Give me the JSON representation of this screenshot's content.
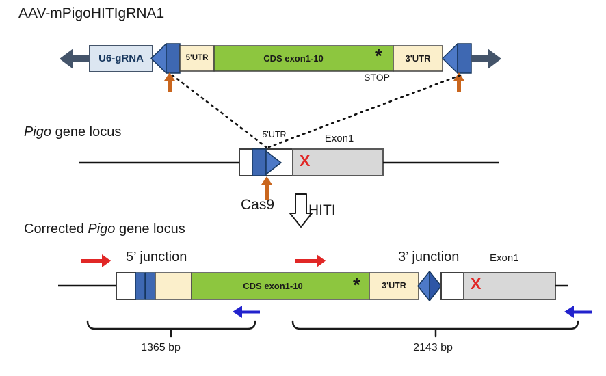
{
  "title": "AAV-mPigoHITIgRNA1",
  "colors": {
    "cds_green": "#8DC63F",
    "utr_cream": "#FBEFCB",
    "target_blue": "#3E68B2",
    "target_blue_light": "#4D79C7",
    "target_blue_dark": "#2E56A6",
    "itr_slate": "#44546A",
    "u6_box_fill": "#DCE6F1",
    "exon_grey": "#D8D8D8",
    "mutation_red": "#E12726",
    "cut_site_orange": "#C9661E",
    "reverse_primer_blue": "#2222CD",
    "forward_primer_red": "#E12726"
  },
  "aav_construct": {
    "u6_label": "U6-gRNA",
    "utr5_label": "5'UTR",
    "cds_label": "CDS exon1-10",
    "stop_asterisk": "*",
    "stop_label": "STOP",
    "utr3_label": "3'UTR"
  },
  "pigo_locus": {
    "gene_name": "Pigo",
    "label_suffix": " gene locus",
    "utr5_label": "5'UTR",
    "exon1_label": "Exon1",
    "mutation_mark": "X",
    "cas9_label": "Cas9",
    "hiti_label": "HITI"
  },
  "corrected_locus": {
    "label_prefix": "Corrected ",
    "gene_name": "Pigo",
    "label_suffix": " gene locus",
    "junction5_label": "5’ junction",
    "junction3_label": "3’ junction",
    "exon1_label": "Exon1",
    "cds_label": "CDS exon1-10",
    "stop_asterisk": "*",
    "utr3_label": "3'UTR",
    "mutation_mark": "X",
    "amplicon_5prime_size": "1365 bp",
    "amplicon_3prime_size": "2143 bp"
  }
}
